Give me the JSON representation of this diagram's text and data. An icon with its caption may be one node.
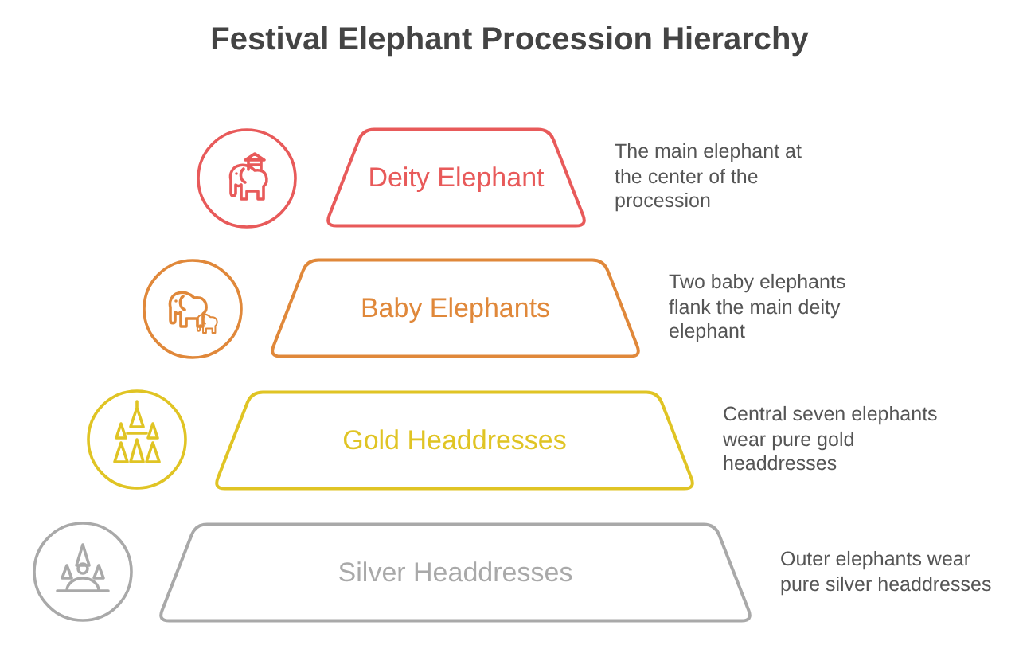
{
  "diagram": {
    "title": "Festival Elephant Procession Hierarchy",
    "nodes": [
      {
        "text": [
          "Deity Elephant"
        ],
        "beside": [
          "The main elephant at the center of the procession"
        ]
      },
      {
        "text": [
          "Baby Elephants"
        ],
        "beside": [
          "Two baby elephants flank the main deity elephant"
        ]
      },
      {
        "text": [
          "Gold Headdresses"
        ],
        "beside": [
          "Central seven elephants wear pure gold headdresses"
        ]
      },
      {
        "text": [
          "Silver Headdresses"
        ],
        "beside": [
          "Outer elephants wear pure silver headdresses"
        ]
      }
    ]
  }
}
